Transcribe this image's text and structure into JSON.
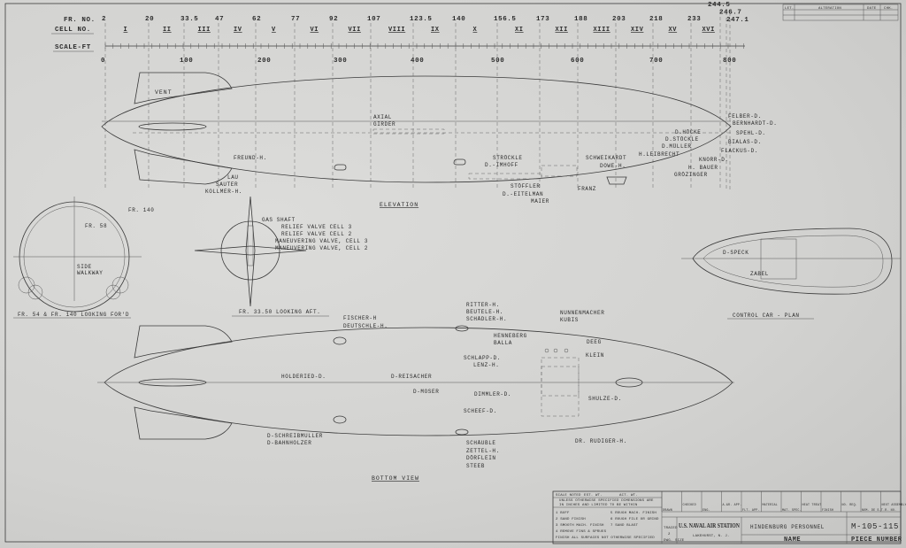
{
  "header": {
    "frame_label": "FR. NO.",
    "cell_label": "CELL NO.",
    "scale_label": "SCALE-FT",
    "frames": [
      "2",
      "20",
      "33.5",
      "47",
      "62",
      "77",
      "92",
      "107",
      "123.5",
      "140",
      "156.5",
      "173",
      "188",
      "203",
      "218",
      "233",
      "244.5",
      "246.7",
      "247.1"
    ],
    "cells": [
      "I",
      "II",
      "III",
      "IV",
      "V",
      "VI",
      "VII",
      "VIII",
      "IX",
      "X",
      "XI",
      "XII",
      "XIII",
      "XIV",
      "XV",
      "XVI"
    ],
    "scale_ticks": [
      "0",
      "100",
      "200",
      "300",
      "400",
      "500",
      "600",
      "700",
      "800"
    ]
  },
  "alteration_table": {
    "columns": [
      "LET.",
      "ALTERATION",
      "DATE",
      "CHK."
    ]
  },
  "elevation": {
    "title": "ELEVATION",
    "vent": "VENT",
    "axial_girder": [
      "AXIAL",
      "GIRDER"
    ],
    "labels": [
      "FREUND-H.",
      "LAU",
      "SAUTER",
      "KOLLMER-H.",
      "STRÖCKLE",
      "D.-IMHOFF",
      "STÖFFLER",
      "D.-EITELMAN",
      "MAIER",
      "FRANZ",
      "SCHWEIKARDT",
      "DOWE-H.",
      "H.LEIBRECHT",
      "D.MÜLLER",
      "D.STÖCKLE",
      "D.HÖCKE",
      "FELBER-D.",
      "BERNHARDT-D.",
      "SPEHL-D.",
      "BIALAS-D.",
      "FLACKUS-D.",
      "KNORR-D.",
      "H. BAUER",
      "GRÖZINGER"
    ]
  },
  "section_fwd": {
    "labels": [
      "FR. 140",
      "FR. 58",
      "SIDE",
      "WALKWAY"
    ],
    "caption": "FR. 54 & FR. 140 LOOKING FOR'D"
  },
  "section_aft": {
    "labels": [
      "GAS SHAFT",
      "RELIEF VALVE CELL 3",
      "RELIEF VALVE CELL 2",
      "MANEUVERING VALVE, CELL 3",
      "MANEUVERING VALVE, CELL 2"
    ],
    "caption": "FR. 33.50 LOOKING AFT."
  },
  "control_car": {
    "labels": [
      "D-SPECK",
      "ZABEL"
    ],
    "caption": "CONTROL CAR - PLAN"
  },
  "bottom_view": {
    "title": "BOTTOM VIEW",
    "labels": [
      "FISCHER-H",
      "DEUTSCHLE-H.",
      "RITTER-H.",
      "BEUTELE-H.",
      "SCHÄDLER-H.",
      "NUNNENMACHER",
      "KUBIS",
      "HENNEBERG",
      "BALLA",
      "DEEG",
      "KLEIN",
      "SCHLAPP-D.",
      "LENZ-H.",
      "HOLDERIED-D.",
      "D-REISACHER",
      "D-MOSER",
      "DIMMLER-D.",
      "SCHEEF-D.",
      "SHULZE-D.",
      "D-SCHREIBMULLER",
      "D-BAHNHOLZER",
      "SCHÄUBLE",
      "ZETTEL-H.",
      "DÖRFLEIN",
      "STEEB",
      "DR. RUDIGER-H."
    ]
  },
  "title_block": {
    "scale": "SCALE NOTED",
    "est_wt": "EST. WT.",
    "act_wt": "ACT. WT.",
    "note": [
      "UNLESS OTHERWISE SPECIFIED DIMENSIONS ARE",
      "IN INCHES AND LIMITED TO BE WITHIN"
    ],
    "finishes": [
      "1 BUFF",
      "2 SAND FINISH",
      "3 SMOOTH MACH. FINISH",
      "4 REMOVE FINS & SPRUES",
      "5 ROUGH MACH. FINISH",
      "6 ROUGH FILE OR GRIND",
      "7 SAND BLAST",
      "FINISH ALL SURFACES NOT OTHERWISE SPECIFIED"
    ],
    "columns": [
      "DRAWN",
      "CHECKED",
      "ENG.",
      "A.&R. APP.",
      "FLT. APP.",
      "MATERIAL",
      "MAT. SPEC.",
      "HEAT TREAT",
      "FINISH",
      "NO. REQ.",
      "NOM. DE S.T.R. NO.",
      "NEXT ASSEMBLY"
    ],
    "traced": "TRACED",
    "dwg_size_value": "2",
    "dwg_size": "DWG. SIZE",
    "org": "U.S. NAVAL AIR STATION",
    "location": "LAKEHURST, N. J.",
    "name_value": "HINDENBURG PERSONNEL",
    "name_label": "NAME",
    "piece_value": "M-105-115",
    "piece_label": "PIECE NUMBER"
  }
}
